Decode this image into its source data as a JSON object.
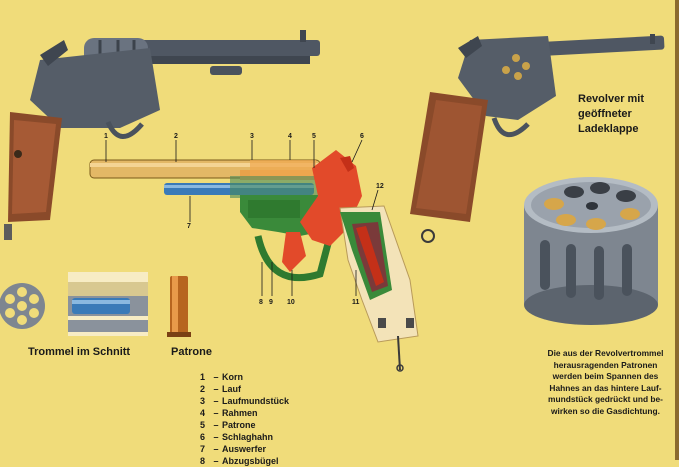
{
  "captions": {
    "trommel": "Trommel im Schnitt",
    "patrone": "Patrone",
    "open_revolver": [
      "Revolver mit",
      "geöffneter",
      "Ladeklappe"
    ],
    "description": [
      "Die aus der Revolvertrommel",
      "herausragenden Patronen",
      "werden beim Spannen des",
      "Hahnes an das hintere Lauf-",
      "mundstück gedrückt und be-",
      "wirken so die Gasdichtung."
    ]
  },
  "legend": [
    {
      "num": "1",
      "label": "Korn"
    },
    {
      "num": "2",
      "label": "Lauf"
    },
    {
      "num": "3",
      "label": "Laufmundstück"
    },
    {
      "num": "4",
      "label": "Rahmen"
    },
    {
      "num": "5",
      "label": "Patrone"
    },
    {
      "num": "6",
      "label": "Schlaghahn"
    },
    {
      "num": "7",
      "label": "Auswerfer"
    },
    {
      "num": "8",
      "label": "Abzugsbügel"
    }
  ],
  "diagram_numbers": [
    "1",
    "2",
    "3",
    "4",
    "5",
    "6",
    "7",
    "8",
    "9",
    "10",
    "11",
    "12"
  ],
  "colors": {
    "paper": "#f0dc7a",
    "steel": "#5c6470",
    "wood": "#8a4a2a",
    "barrel_orange": "#e8a24a",
    "hammer_red": "#e24a2a",
    "frame_green": "#3a8a3a",
    "bolt_blue": "#3a7ab8",
    "grip_cream": "#f3e3b8"
  }
}
